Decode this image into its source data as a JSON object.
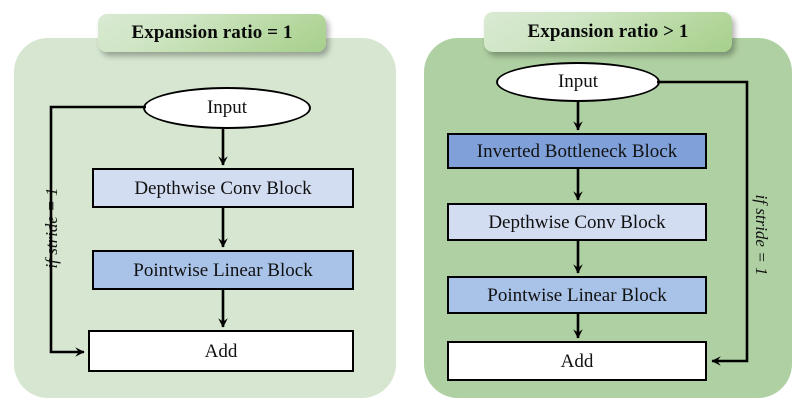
{
  "figure": {
    "type": "block-diagram",
    "background": "#ffffff",
    "panels": [
      {
        "id": "left",
        "title": "Expansion ratio = 1",
        "fill": "#d6e6d0",
        "side_label": "if stride = 1",
        "side_label_rotation": "ccw",
        "skip_connection": {
          "from": "Input",
          "from_side": "left",
          "to": "Add",
          "to_side": "left"
        },
        "nodes": [
          {
            "id": "input",
            "label": "Input",
            "shape": "ellipse",
            "fill": "#ffffff"
          },
          {
            "id": "dw",
            "label": "Depthwise Conv Block",
            "shape": "rect",
            "fill": "#d3ddf2"
          },
          {
            "id": "pw",
            "label": "Pointwise Linear Block",
            "shape": "rect",
            "fill": "#a8c2e8"
          },
          {
            "id": "add",
            "label": "Add",
            "shape": "rect",
            "fill": "#ffffff"
          }
        ],
        "edges": [
          {
            "from": "input",
            "to": "dw"
          },
          {
            "from": "dw",
            "to": "pw"
          },
          {
            "from": "pw",
            "to": "add"
          }
        ]
      },
      {
        "id": "right",
        "title": "Expansion ratio > 1",
        "fill": "#aed0a2",
        "side_label": "if stride = 1",
        "side_label_rotation": "cw",
        "skip_connection": {
          "from": "Input",
          "from_side": "right",
          "to": "Add",
          "to_side": "right"
        },
        "nodes": [
          {
            "id": "input",
            "label": "Input",
            "shape": "ellipse",
            "fill": "#ffffff"
          },
          {
            "id": "ibb",
            "label": "Inverted Bottleneck Block",
            "shape": "rect",
            "fill": "#7fa0d8"
          },
          {
            "id": "dw",
            "label": "Depthwise Conv Block",
            "shape": "rect",
            "fill": "#d3ddf2"
          },
          {
            "id": "pw",
            "label": "Pointwise Linear Block",
            "shape": "rect",
            "fill": "#a8c2e8"
          },
          {
            "id": "add",
            "label": "Add",
            "shape": "rect",
            "fill": "#ffffff"
          }
        ],
        "edges": [
          {
            "from": "input",
            "to": "ibb"
          },
          {
            "from": "ibb",
            "to": "dw"
          },
          {
            "from": "dw",
            "to": "pw"
          },
          {
            "from": "pw",
            "to": "add"
          }
        ]
      }
    ]
  }
}
